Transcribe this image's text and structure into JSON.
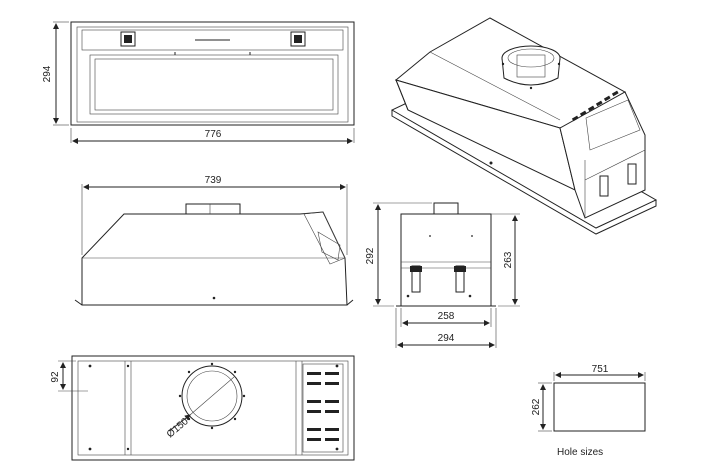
{
  "drawing": {
    "front_view": {
      "width_label": "776",
      "height_label": "294"
    },
    "side_view": {
      "width_label": "739"
    },
    "end_view": {
      "height_outer_label": "292",
      "height_inner_label": "263",
      "base_label": "258",
      "depth_label": "294"
    },
    "bottom_view": {
      "offset_label": "92",
      "diameter_label": "Ø150"
    },
    "hole_sizes": {
      "width_label": "751",
      "height_label": "262",
      "caption": "Hole sizes"
    }
  }
}
